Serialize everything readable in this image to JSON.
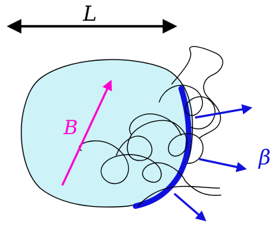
{
  "labels": {
    "length": "L",
    "field": "B",
    "beta": "β"
  },
  "colors": {
    "region_fill": "#cdf3f8",
    "outline": "#000000",
    "boundary": "#1111dd",
    "arrows": "#1111dd",
    "field_vector": "#ff00cc"
  }
}
